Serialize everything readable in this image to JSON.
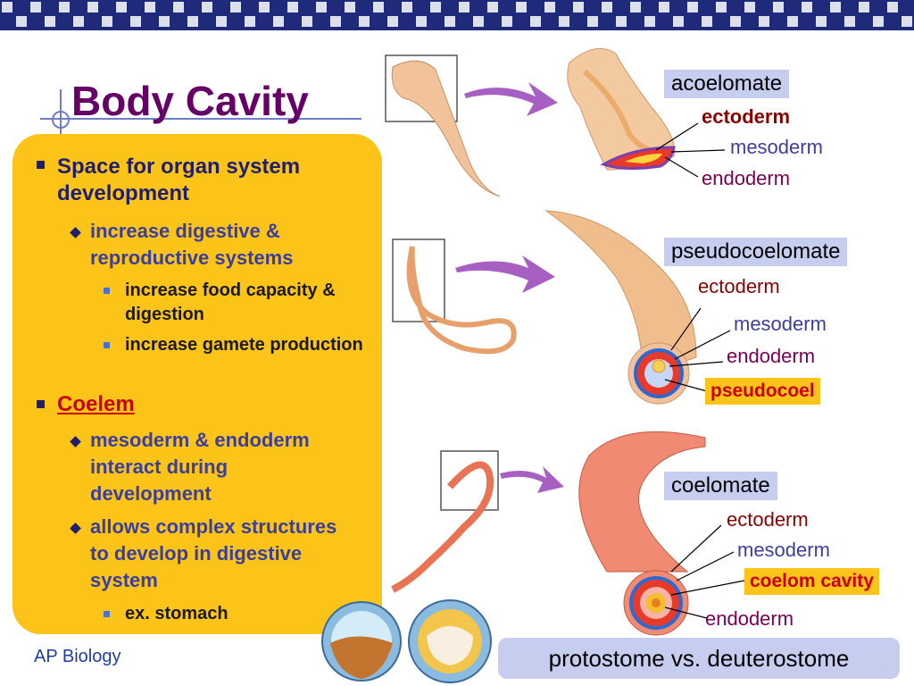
{
  "slide": {
    "title": "Body Cavity",
    "footer": "AP Biology",
    "bullets": {
      "b1": "Space for organ system development",
      "b1_s1": "increase digestive & reproductive systems",
      "b1_s1_a": "increase food capacity & digestion",
      "b1_s1_b": "increase gamete production",
      "b2": "Coelem",
      "b2_s1": "mesoderm & endoderm interact during development",
      "b2_s2": "allows complex structures to develop in digestive system",
      "b2_s2_a": "ex. stomach"
    }
  },
  "diagram": {
    "acoelomate": {
      "name": "acoelomate",
      "ectoderm": "ectoderm",
      "mesoderm": "mesoderm",
      "endoderm": "endoderm"
    },
    "pseudocoelomate": {
      "name": "pseudocoelomate",
      "ectoderm": "ectoderm",
      "mesoderm": "mesoderm",
      "endoderm": "endoderm",
      "cavity": "pseudocoel"
    },
    "coelomate": {
      "name": "coelomate",
      "ectoderm": "ectoderm",
      "mesoderm": "mesoderm",
      "endoderm": "endoderm",
      "cavity": "coelom cavity"
    },
    "bottom_label": "protostome vs. deuterostome"
  },
  "colors": {
    "title": "#660066",
    "panel": "#fcc419",
    "topbar": "#1f2a7a",
    "label_box": "#c7cdee",
    "highlight": "#cc0000"
  }
}
